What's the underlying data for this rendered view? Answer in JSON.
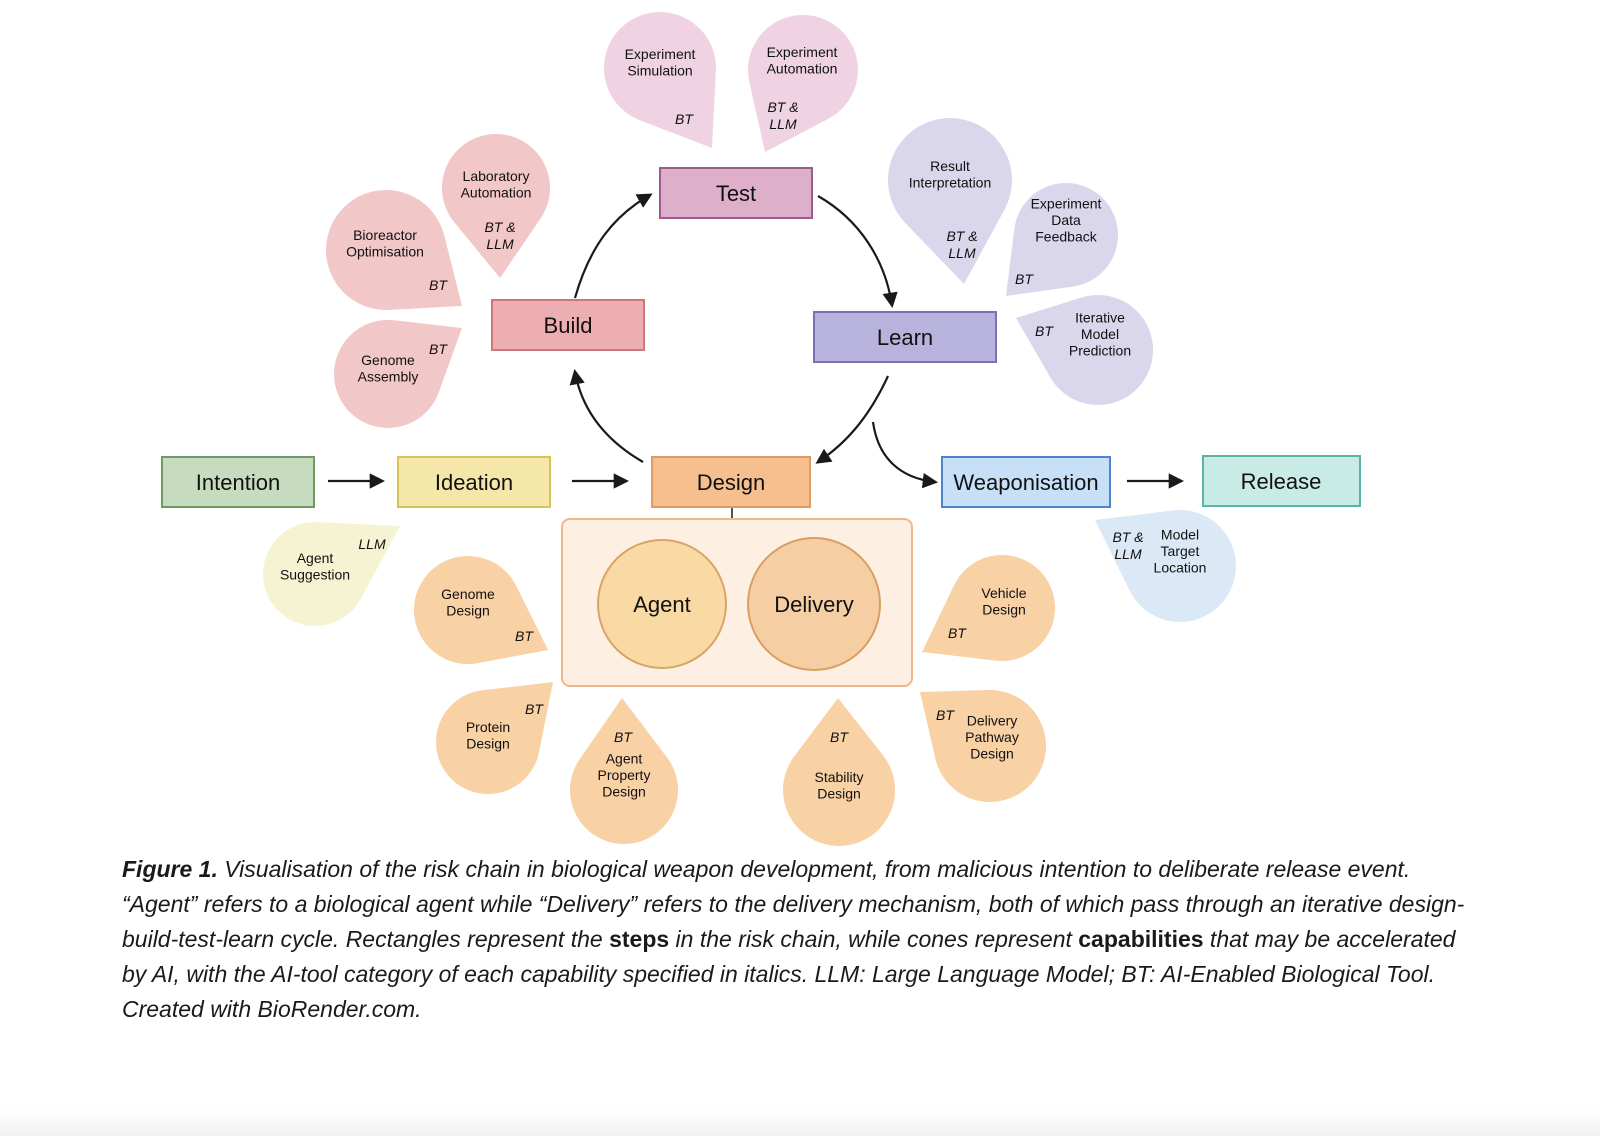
{
  "colors": {
    "test": "#deafc9",
    "test_cone": "#efd3e3",
    "build": "#edaeb1",
    "build_cone": "#f2c7c8",
    "learn": "#b8b3dc",
    "learn_cone": "#dad6ec",
    "intention": "#c7dcbf",
    "ideation": "#f5e7a9",
    "ideation_cone": "#f6f3d2",
    "design": "#f6bf8f",
    "design_cone": "#f8d1a4",
    "weaponisation": "#c8e0f7",
    "weaponisation_cone": "#dbe9f7",
    "release": "#c9ebe6",
    "arrow": "#1a1a1a"
  },
  "steps": {
    "test": "Test",
    "build": "Build",
    "learn": "Learn",
    "intention": "Intention",
    "ideation": "Ideation",
    "design": "Design",
    "weaponisation": "Weaponisation",
    "release": "Release"
  },
  "circles": {
    "agent": "Agent",
    "delivery": "Delivery"
  },
  "capabilities": {
    "experiment_simulation": {
      "lines": [
        "Experiment",
        "Simulation"
      ],
      "tag": [
        "BT"
      ]
    },
    "experiment_automation": {
      "lines": [
        "Experiment",
        "Automation"
      ],
      "tag": [
        "BT &",
        "LLM"
      ]
    },
    "laboratory_automation": {
      "lines": [
        "Laboratory",
        "Automation"
      ],
      "tag": [
        "BT &",
        "LLM"
      ]
    },
    "bioreactor_optimisation": {
      "lines": [
        "Bioreactor",
        "Optimisation"
      ],
      "tag": [
        "BT"
      ]
    },
    "genome_assembly": {
      "lines": [
        "Genome",
        "Assembly"
      ],
      "tag": [
        "BT"
      ]
    },
    "result_interpretation": {
      "lines": [
        "Result",
        "Interpretation"
      ],
      "tag": [
        "BT &",
        "LLM"
      ]
    },
    "experiment_data_feedback": {
      "lines": [
        "Experiment",
        "Data",
        "Feedback"
      ],
      "tag": [
        "BT"
      ]
    },
    "iterative_model_prediction": {
      "lines": [
        "Iterative",
        "Model",
        "Prediction"
      ],
      "tag": [
        "BT"
      ]
    },
    "agent_suggestion": {
      "lines": [
        "Agent",
        "Suggestion"
      ],
      "tag": [
        "LLM"
      ]
    },
    "genome_design": {
      "lines": [
        "Genome",
        "Design"
      ],
      "tag": [
        "BT"
      ]
    },
    "protein_design": {
      "lines": [
        "Protein",
        "Design"
      ],
      "tag": [
        "BT"
      ]
    },
    "agent_property_design": {
      "lines": [
        "Agent",
        "Property",
        "Design"
      ],
      "tag": [
        "BT"
      ]
    },
    "stability_design": {
      "lines": [
        "Stability",
        "Design"
      ],
      "tag": [
        "BT"
      ]
    },
    "vehicle_design": {
      "lines": [
        "Vehicle",
        "Design"
      ],
      "tag": [
        "BT"
      ]
    },
    "delivery_pathway_design": {
      "lines": [
        "Delivery",
        "Pathway",
        "Design"
      ],
      "tag": [
        "BT"
      ]
    },
    "model_target_location": {
      "lines": [
        "Model",
        "Target",
        "Location"
      ],
      "tag": [
        "BT &",
        "LLM"
      ]
    }
  },
  "caption": {
    "figure_label": "Figure 1.",
    "text_1": " Visualisation of the risk chain in biological weapon development, from malicious intention to deliberate release event.  “Agent” refers to a biological agent while “Delivery” refers to the delivery mechanism, both of which pass through an iterative design-build-test-learn cycle. Rectangles represent the ",
    "steps_word": "steps",
    "text_2": " in the risk chain, while cones represent ",
    "capabilities_word": "capabilities",
    "text_3": " that may be accelerated by AI, with the AI-tool category of each capability specified in italics. LLM: Large Language Model; BT: AI-Enabled Biological Tool. Created with BioRender.com."
  }
}
